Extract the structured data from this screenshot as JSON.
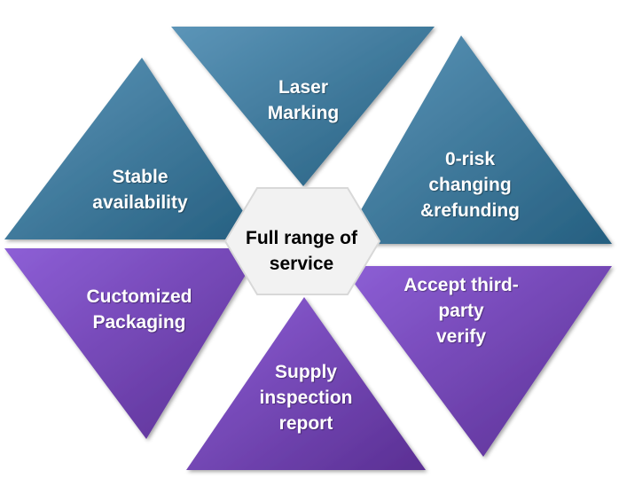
{
  "center": {
    "label": "Full range of\nservice"
  },
  "segments": [
    {
      "id": "laser-marking",
      "label": "Laser\nMarking",
      "group": "blue"
    },
    {
      "id": "zero-risk",
      "label": "0-risk\nchanging\n&refunding",
      "group": "blue"
    },
    {
      "id": "accept-third-party",
      "label": "Accept third-\nparty\nverify",
      "group": "purple"
    },
    {
      "id": "supply-inspection",
      "label": "Supply\ninspection\nreport",
      "group": "purple"
    },
    {
      "id": "customized-packaging",
      "label": "Cuctomized\nPackaging",
      "group": "purple"
    },
    {
      "id": "stable-availability",
      "label": "Stable\navailability",
      "group": "blue"
    }
  ],
  "colors": {
    "blue_light": "#5c95b8",
    "blue_dark": "#255f80",
    "purple_light": "#8d5fd6",
    "purple_dark": "#5a2f93",
    "center_fill": "#f2f2f2",
    "center_stroke": "#d8d8d8"
  }
}
